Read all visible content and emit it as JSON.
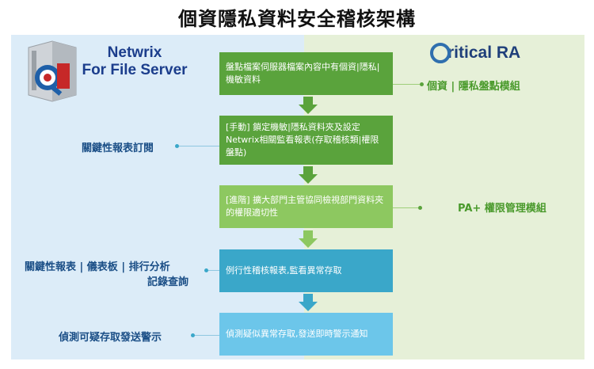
{
  "title": "個資隱私資料安全稽核架構",
  "netwrix": {
    "name_line1": "Netwrix",
    "name_line2": "For File Server"
  },
  "critical": {
    "name": "ritical RA"
  },
  "steps": [
    {
      "text": "盤點檔案伺服器檔案內容中有個資|隱私|機敏資料"
    },
    {
      "text": "[手動] 鎖定機敏|隱私資料夾及設定Netwrix相關監看報表(存取稽核類|權限盤點)"
    },
    {
      "text": "[進階] 擴大部門主管協同檢視部門資料夾的權限適切性"
    },
    {
      "text": "例行性稽核報表,監看異常存取"
    },
    {
      "text": "偵測疑似異常存取,發送即時警示通知"
    }
  ],
  "left_labels": {
    "subscription": "關鍵性報表訂閱",
    "reports_line1": "關鍵性報表 | 儀表板 | 排行分析",
    "reports_line2": "記錄查詢",
    "alerts": "偵測可疑存取發送警示"
  },
  "right_labels": {
    "pii_module": "個資 | 隱私盤點模組",
    "pa_module": "PA+ 權限管理模組"
  },
  "colors": {
    "green": "#5aa33c",
    "light_green": "#8dc860",
    "blue": "#3aa7c9",
    "light_blue": "#6cc6ea",
    "label_blue": "#1a4e86",
    "label_green": "#4a9a2c"
  }
}
